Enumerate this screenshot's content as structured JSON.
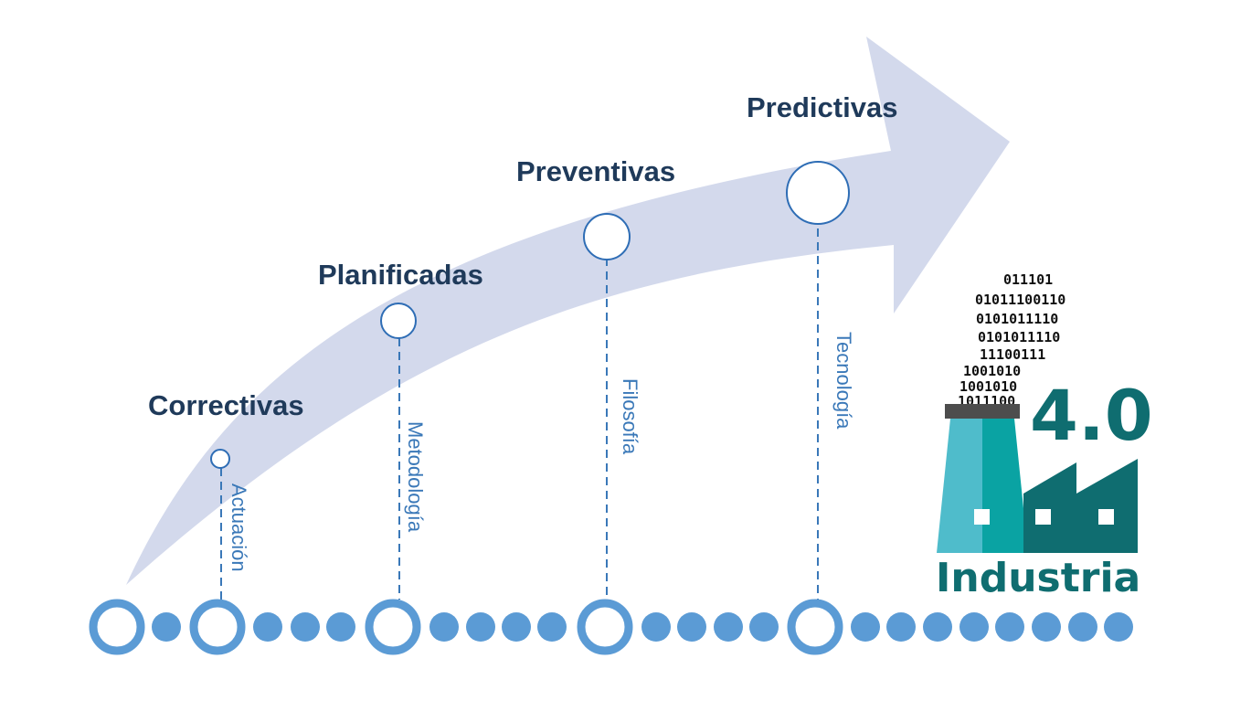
{
  "stages": [
    {
      "label": "Correctivas",
      "concept": "Actuación"
    },
    {
      "label": "Planificadas",
      "concept": "Metodología"
    },
    {
      "label": "Preventivas",
      "concept": "Filosofía"
    },
    {
      "label": "Predictivas",
      "concept": "Tecnología"
    }
  ],
  "logo": {
    "version": "4.0",
    "word": "Industria",
    "binary_lines": [
      "011101",
      "01011100110",
      "0101011110",
      "0101011110",
      "11100111",
      "1001010",
      "1001010",
      "1011100"
    ]
  },
  "colors": {
    "arrow": "#d3d9ec",
    "heading": "#1f3a5a",
    "line_blue": "#3a78b8",
    "dot_blue": "#5b9bd5",
    "factory_teal_light": "#4fbccb",
    "factory_teal": "#0aa3a3",
    "factory_teal_dark": "#0f6d70",
    "chimney_cap": "#4d4d4d"
  }
}
